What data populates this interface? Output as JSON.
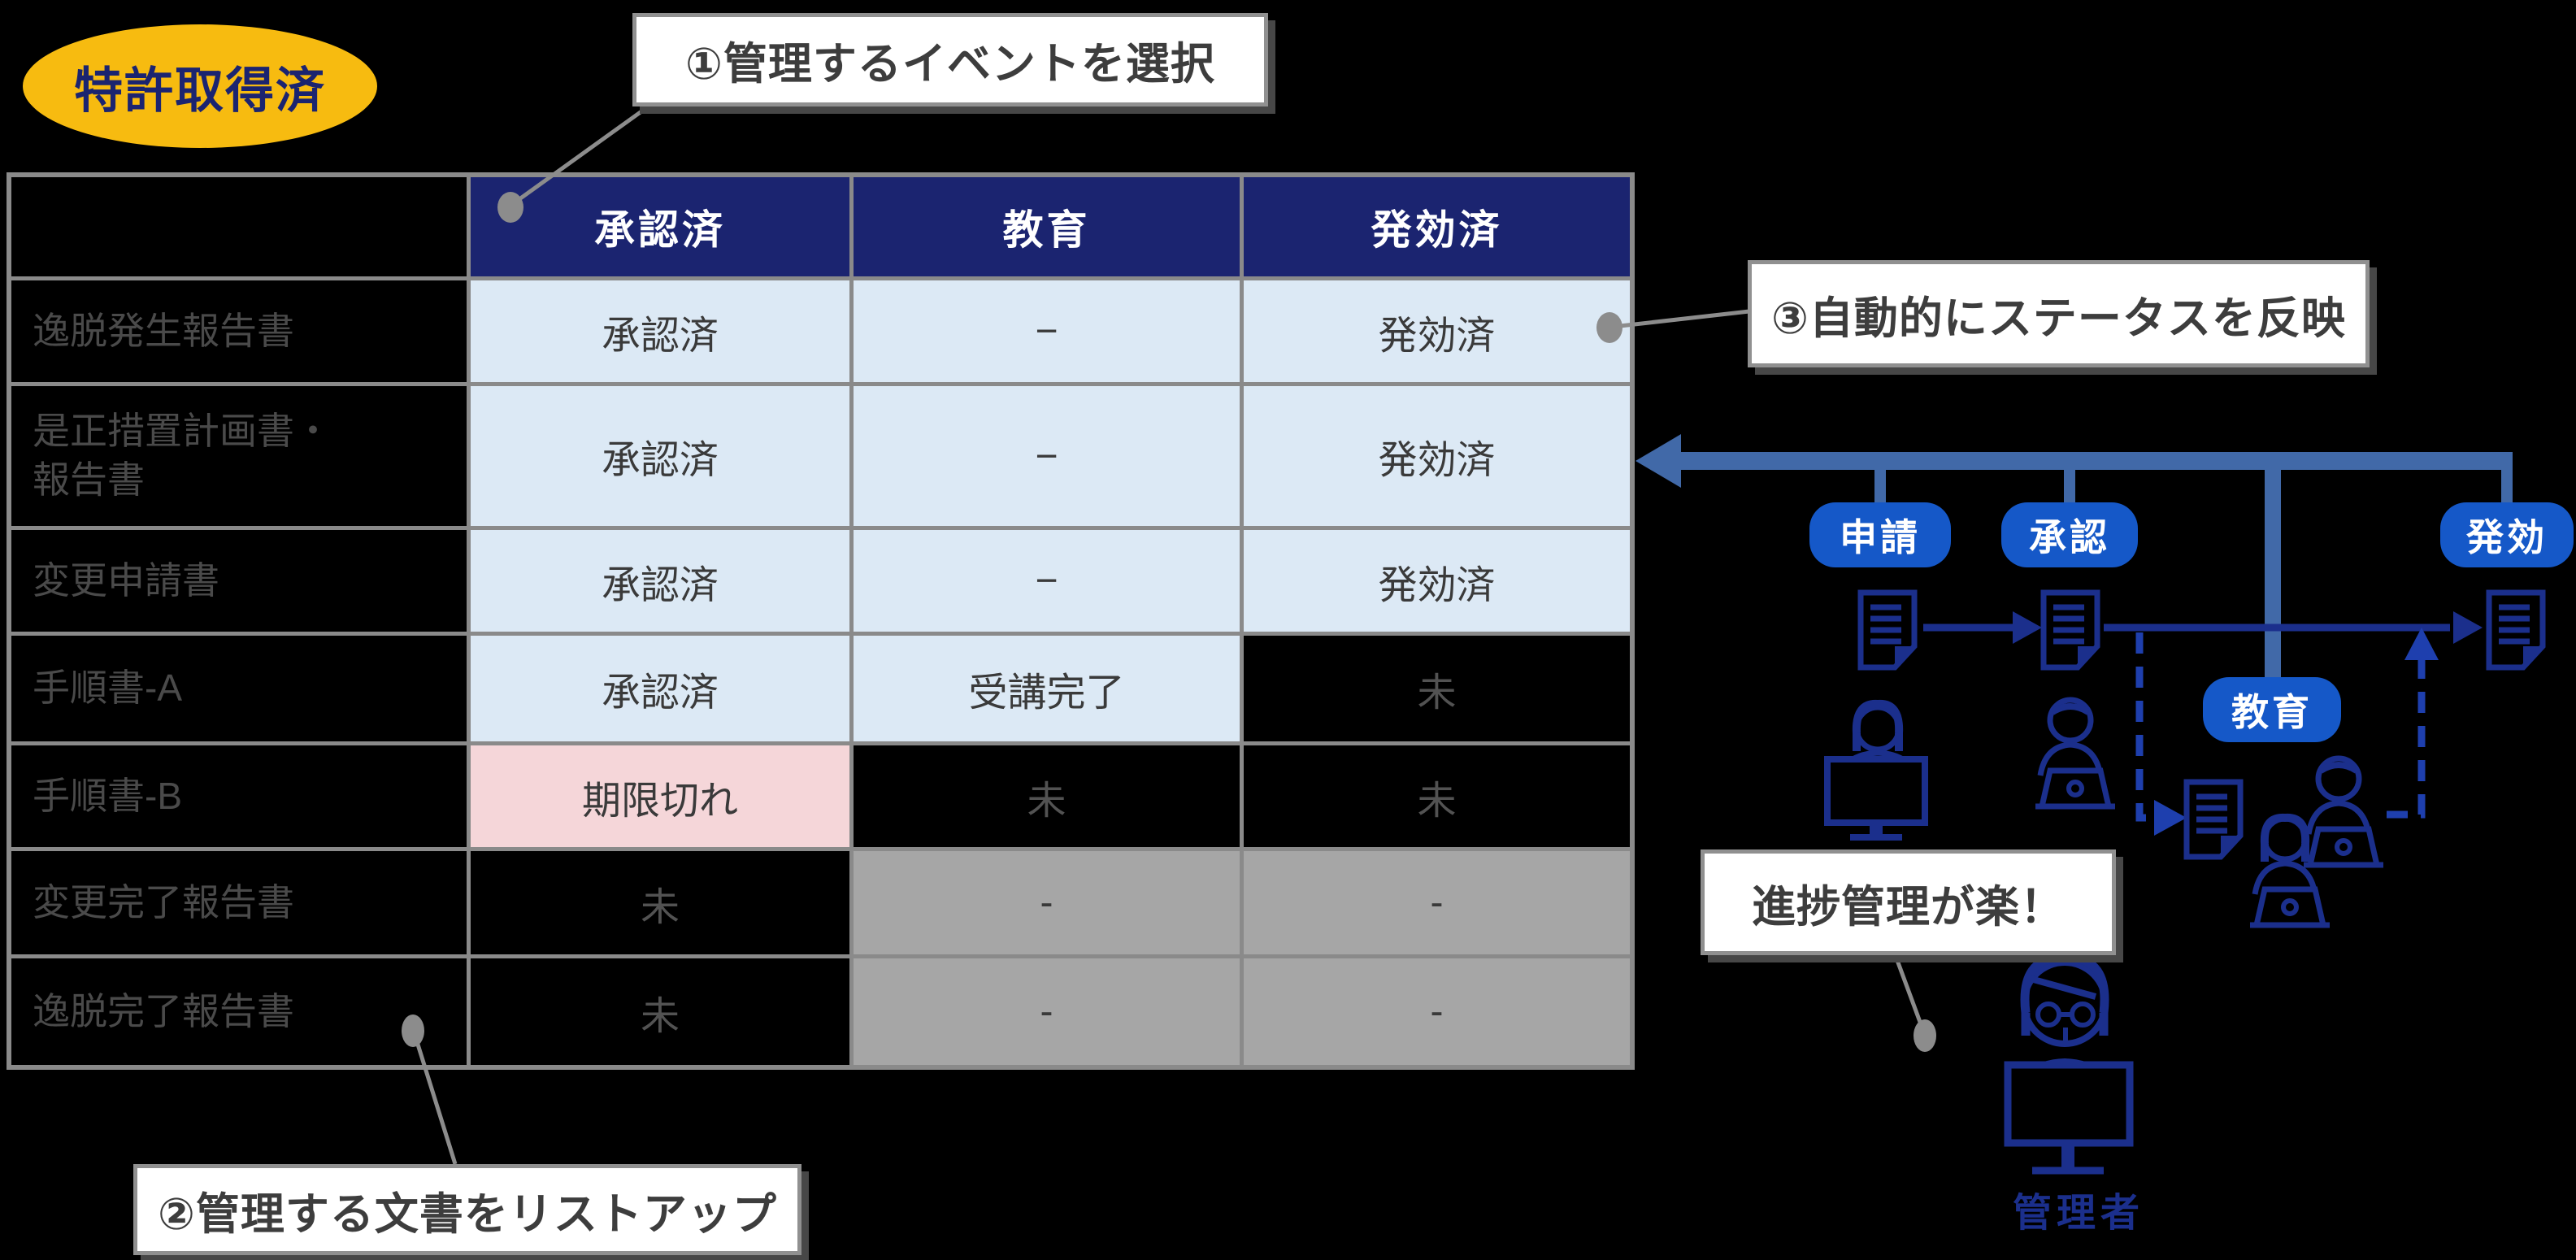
{
  "patent_badge": {
    "label": "特許取得済"
  },
  "callouts": {
    "step1": "①管理するイベントを選択",
    "step2": "②管理する文書をリストアップ",
    "step3": "③自動的にステータスを反映",
    "benefit": "進捗管理が楽！"
  },
  "table": {
    "columns": [
      "承認済",
      "教育",
      "発効済"
    ],
    "rows": [
      {
        "label": "逸脱発生報告書",
        "cells": [
          {
            "text": "承認済",
            "style": "blue"
          },
          {
            "text": "−",
            "style": "blue"
          },
          {
            "text": "発効済",
            "style": "blue"
          }
        ]
      },
      {
        "label": "是正措置計画書・\n報告書",
        "cells": [
          {
            "text": "承認済",
            "style": "blue"
          },
          {
            "text": "−",
            "style": "blue"
          },
          {
            "text": "発効済",
            "style": "blue"
          }
        ]
      },
      {
        "label": "変更申請書",
        "cells": [
          {
            "text": "承認済",
            "style": "blue"
          },
          {
            "text": "−",
            "style": "blue"
          },
          {
            "text": "発効済",
            "style": "blue"
          }
        ]
      },
      {
        "label": "手順書-A",
        "cells": [
          {
            "text": "承認済",
            "style": "blue"
          },
          {
            "text": "受講完了",
            "style": "blue"
          },
          {
            "text": "未",
            "style": "black"
          }
        ]
      },
      {
        "label": "手順書-B",
        "cells": [
          {
            "text": "期限切れ",
            "style": "pink"
          },
          {
            "text": "未",
            "style": "black"
          },
          {
            "text": "未",
            "style": "black"
          }
        ]
      },
      {
        "label": "変更完了報告書",
        "cells": [
          {
            "text": "未",
            "style": "black"
          },
          {
            "text": "-",
            "style": "gray"
          },
          {
            "text": "-",
            "style": "gray"
          }
        ]
      },
      {
        "label": "逸脱完了報告書",
        "cells": [
          {
            "text": "未",
            "style": "black"
          },
          {
            "text": "-",
            "style": "gray"
          },
          {
            "text": "-",
            "style": "gray"
          }
        ]
      }
    ]
  },
  "flow": {
    "badges": {
      "apply": "申請",
      "approve": "承認",
      "educate": "教育",
      "effective": "発効"
    },
    "admin_label": "管理者"
  },
  "colors": {
    "background": "#000000",
    "patent_yellow": "#F7BB10",
    "header_navy": "#1B2470",
    "cell_blue": "#DCE9F5",
    "cell_pink": "#F5D6D9",
    "cell_gray": "#A6A6A6",
    "table_border_gray": "#8A8A8A",
    "row_label_gray": "#4A4A4A",
    "badge_blue": "#1558C8",
    "flow_arrow_steel_blue": "#4169A8",
    "icon_navy": "#1B2F8C",
    "dashed_blue": "#1E3FAE",
    "leader_gray": "#8C8C8C",
    "callout_border": "#909090"
  }
}
